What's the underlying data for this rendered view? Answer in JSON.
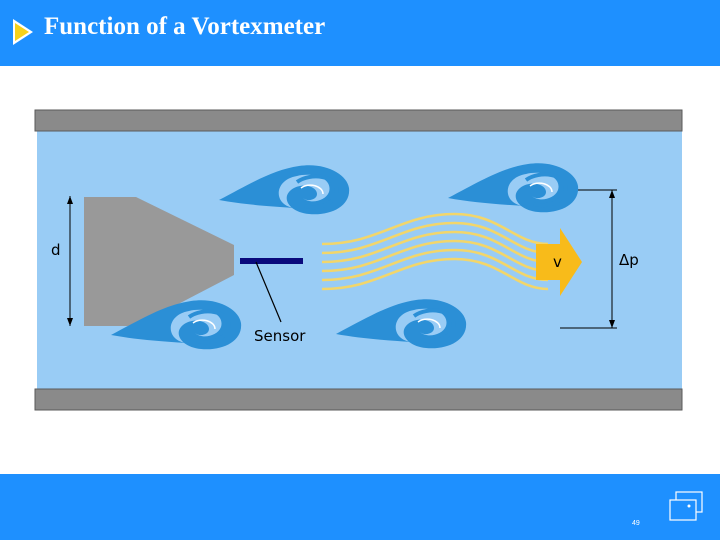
{
  "slide": {
    "title": "Function of a Vortexmeter",
    "page_number": "49"
  },
  "diagram": {
    "label_d": "d",
    "label_v": "v",
    "label_dp": "Δp",
    "label_sensor": "Sensor"
  },
  "colors": {
    "header_bar": "#1e90ff",
    "pipe_interior": "#99ccf5",
    "pipe_wall": "#8a8a8a",
    "vortex": "#2b8fd6",
    "flow_lines": "#f2d66b",
    "flow_arrow": "#f8bb1a",
    "sensor": "#0a0a7c",
    "bluff_body": "#999999"
  },
  "icons": {
    "header": "play-arrow-icon",
    "navigation": "screen-navigation-icon"
  }
}
